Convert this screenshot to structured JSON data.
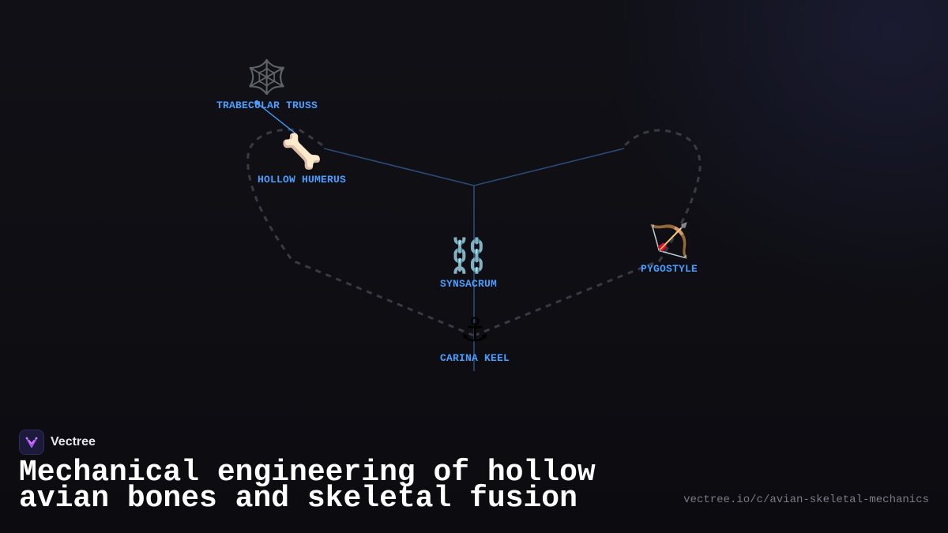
{
  "diagram": {
    "nodes": [
      {
        "id": "trabecular-truss",
        "icon": "🕸️",
        "icon_name": "spider-web-icon",
        "label": "TRABECULAR TRUSS"
      },
      {
        "id": "hollow-humerus",
        "icon": "🦴",
        "icon_name": "bone-icon",
        "label": "HOLLOW HUMERUS"
      },
      {
        "id": "synsacrum",
        "icon": "⛓️",
        "icon_name": "chain-icon",
        "label": "SYNSACRUM"
      },
      {
        "id": "pygostyle",
        "icon": "🏹",
        "icon_name": "bow-and-arrow-icon",
        "label": "PYGOSTYLE"
      },
      {
        "id": "carina-keel",
        "icon": "⚓",
        "icon_name": "anchor-icon",
        "label": "CARINA KEEL"
      }
    ],
    "colors": {
      "label": "#4a9eff",
      "connector": "#2a4a78",
      "outline": "#3a3a44"
    }
  },
  "brand": {
    "name": "Vectree",
    "logo_icon": "vectree-logo-icon"
  },
  "headline": "Mechanical engineering of hollow avian bones and skeletal fusion",
  "url": "vectree.io/c/avian-skeletal-mechanics"
}
